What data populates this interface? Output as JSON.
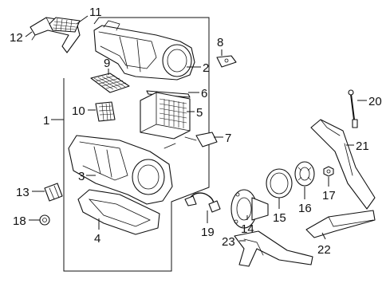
{
  "callouts": {
    "c1": "1",
    "c2": "2",
    "c3": "3",
    "c4": "4",
    "c5": "5",
    "c6": "6",
    "c7": "7",
    "c8": "8",
    "c9": "9",
    "c10": "10",
    "c11": "11",
    "c12": "12",
    "c13": "13",
    "c14": "14",
    "c15": "15",
    "c16": "16",
    "c17": "17",
    "c18": "18",
    "c19": "19",
    "c20": "20",
    "c21": "21",
    "c22": "22",
    "c23": "23"
  },
  "colors": {
    "line": "#111111",
    "background": "#ffffff"
  }
}
